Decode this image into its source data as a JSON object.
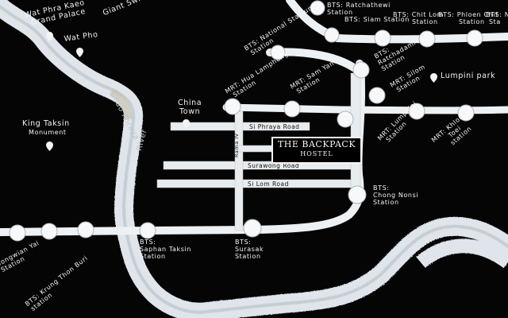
{
  "hostel": {
    "line1": "THE BACKPACK",
    "line2": "HOSTEL"
  },
  "roads": {
    "si_phraya": "Si Phraya Road",
    "surawong": "Surawong Road",
    "si_lom": "Si Lom Road",
    "rama4": "Rama IV"
  },
  "landmarks": {
    "wat_phra_kaeo": [
      "Wat Phra Kaeo",
      "Grand Palace"
    ],
    "giant_swing": "Giant Swing",
    "wat_pho": "Wat Pho",
    "china_town": [
      "China",
      "Town"
    ],
    "king_taksin": [
      "King Taksin",
      "Monument"
    ],
    "chao_phraya": [
      "Chao Phraya",
      "River"
    ],
    "lumpini_park": "Lumpini park"
  },
  "stations": {
    "ratchathewi": [
      "BTS: Ratchathewi",
      "Station"
    ],
    "siam": "BTS: Siam Station",
    "chit_lom": [
      "BTS: Chit Lom",
      "Station"
    ],
    "phloen_chit": [
      "BTS: Phloen Chit",
      "Station"
    ],
    "nana": [
      "BTS: Na",
      "Sta"
    ],
    "national_stadium": [
      "BTS: National Stadium",
      "Station"
    ],
    "ratchadamri": [
      "BTS:",
      "Ratchadamri",
      "Station"
    ],
    "hua_lamphong": [
      "MRT: Hua Lamphong",
      "Station"
    ],
    "sam_yan": [
      "MRT: Sam Yan",
      "Station"
    ],
    "silom": [
      "MRT: Silom",
      "Station"
    ],
    "lumphini": [
      "MRT: Lumphini",
      "Station"
    ],
    "khlong_toei": [
      "MRT: Khlong",
      "Toei",
      "station"
    ],
    "chong_nonsi": [
      "BTS:",
      "Chong Nonsi",
      "Station"
    ],
    "saphan_taksin": [
      "BTS:",
      "Saphan Taksin",
      "Station"
    ],
    "surasak": [
      "BTS:",
      "Surasak",
      "Station"
    ],
    "wongwian_yai": [
      "Wongwian Yai",
      "Station"
    ],
    "krung_thon_buri": [
      "BTS: Krung Thon Buri",
      "station"
    ]
  },
  "colors": {
    "background": "#050505",
    "river": "#dfe5ea",
    "line": "#eef1f3",
    "road": "#e9ecee"
  }
}
